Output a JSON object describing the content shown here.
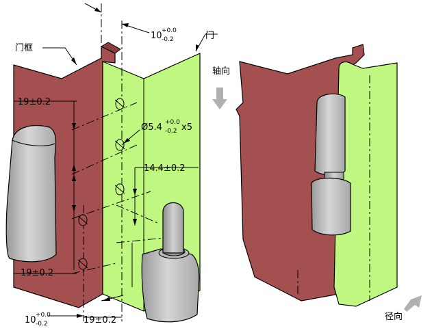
{
  "labels": {
    "door_frame": "门框",
    "door": "门",
    "axial": "轴向",
    "radial": "径向"
  },
  "dimensions": {
    "offset_top": {
      "nominal": "10",
      "upper": "+0.0",
      "lower": "-0.2"
    },
    "offset_bottom": {
      "nominal": "10",
      "upper": "+0.0",
      "lower": "-0.2"
    },
    "hole_dia": {
      "prefix": "Ø5.4",
      "upper": "+0.0",
      "lower": "-0.2",
      "suffix": "x5"
    },
    "spacing_small": "14.4±0.2",
    "spacing_left_top": "19±0.2",
    "spacing_left_bottom": "19±0.2",
    "spacing_bottom": "19±0.2"
  },
  "colors": {
    "frame": "#a55050",
    "door": "#bff780",
    "hinge_part": "#c4c4c4",
    "arrow_gray": "#b0b0b0"
  }
}
